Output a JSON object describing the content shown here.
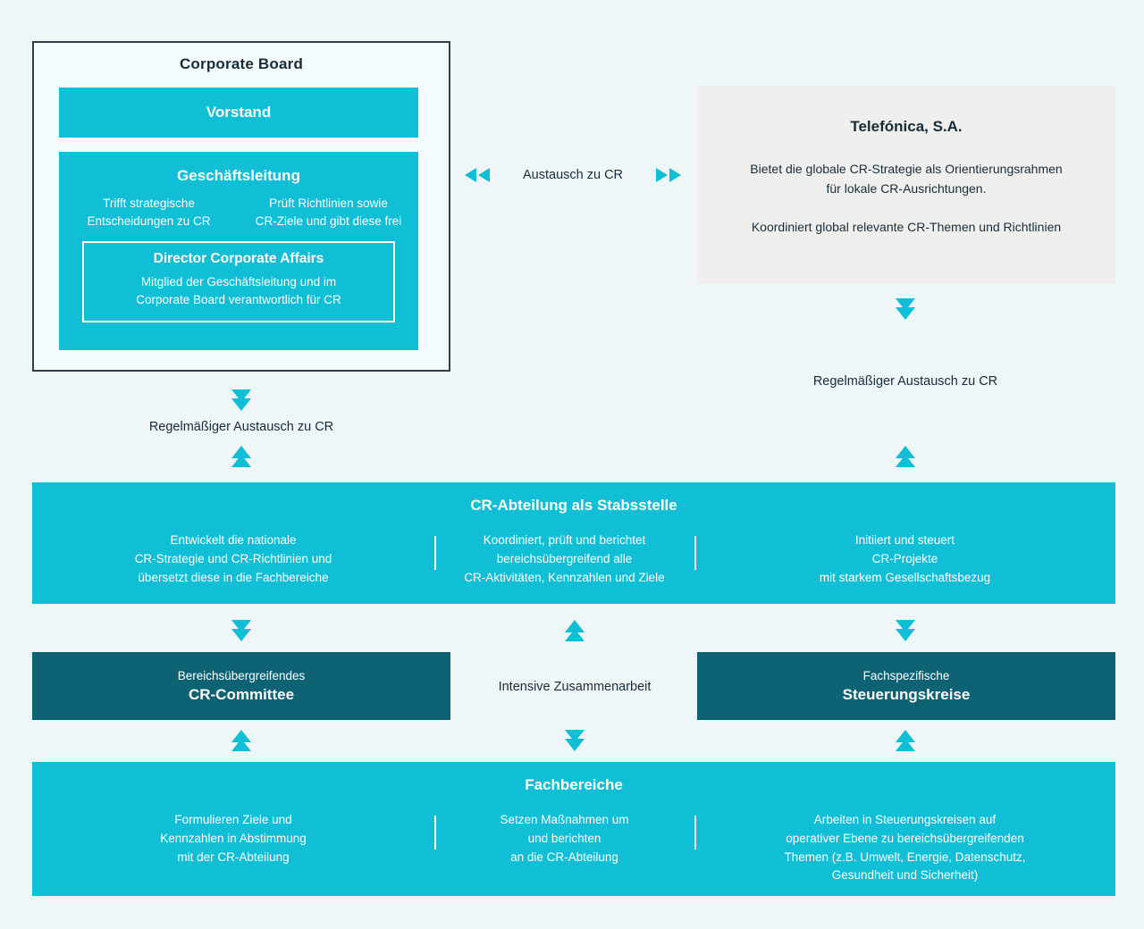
{
  "colors": {
    "cyan": "#10bed6",
    "dark_teal": "#0d6374",
    "background": "#eef6f8",
    "panel_bg": "#f4fbfc",
    "gray_box": "#efefed",
    "navy_text": "#182c38"
  },
  "corporate_board": {
    "title": "Corporate Board",
    "vorstand_label": "Vorstand",
    "geschaeftsleitung": {
      "title": "Geschäftsleitung",
      "left_lines": [
        "Trifft strategische",
        "Entscheidungen zu CR"
      ],
      "right_lines": [
        "Prüft Richtlinien sowie",
        "CR-Ziele und gibt diese frei"
      ],
      "director": {
        "title": "Director Corporate Affairs",
        "lines": [
          "Mitglied der Geschäftsleitung und im",
          "Corporate Board verantwortlich für CR"
        ]
      }
    }
  },
  "exchange_top": {
    "label": "Austausch zu CR"
  },
  "telefonica": {
    "title": "Telefónica, S.A.",
    "para1_lines": [
      "Bietet die globale CR-Strategie als Orientierungsrahmen",
      "für lokale CR-Ausrichtungen."
    ],
    "para2": "Koordiniert global relevante CR-Themen und Richtlinien"
  },
  "left_connector": {
    "label": "Regelmäßiger Austausch zu CR"
  },
  "right_connector": {
    "label": "Regelmäßiger Austausch zu CR"
  },
  "stabsstelle": {
    "title": "CR-Abteilung als Stabsstelle",
    "columns": [
      {
        "lines": [
          "Entwickelt die nationale",
          "CR-Strategie und CR-Richtlinien und",
          "übersetzt diese in die Fachbereiche"
        ]
      },
      {
        "lines": [
          "Koordiniert, prüft und berichtet",
          "bereichsübergreifend alle",
          "CR-Aktivitäten, Kennzahlen und Ziele"
        ]
      },
      {
        "lines": [
          "Initiiert und steuert",
          "CR-Projekte",
          "mit starkem Gesellschaftsbezug"
        ]
      }
    ]
  },
  "committee_row": {
    "cr_committee": {
      "line1": "Bereichsübergreifendes",
      "line2": "CR-Committee"
    },
    "middle_label": "Intensive Zusammenarbeit",
    "steuerungskreise": {
      "line1": "Fachspezifische",
      "line2": "Steuerungskreise"
    }
  },
  "fachbereiche": {
    "title": "Fachbereiche",
    "columns": [
      {
        "lines": [
          "Formulieren Ziele und",
          "Kennzahlen in Abstimmung",
          "mit der CR-Abteilung"
        ]
      },
      {
        "lines": [
          "Setzen Maßnahmen um",
          "und berichten",
          "an die CR-Abteilung"
        ]
      },
      {
        "lines": [
          "Arbeiten in Steuerungskreisen auf",
          "operativer Ebene zu bereichsübergreifenden",
          "Themen (z.B. Umwelt, Energie, Datenschutz,",
          "Gesundheit und Sicherheit)"
        ]
      }
    ]
  }
}
